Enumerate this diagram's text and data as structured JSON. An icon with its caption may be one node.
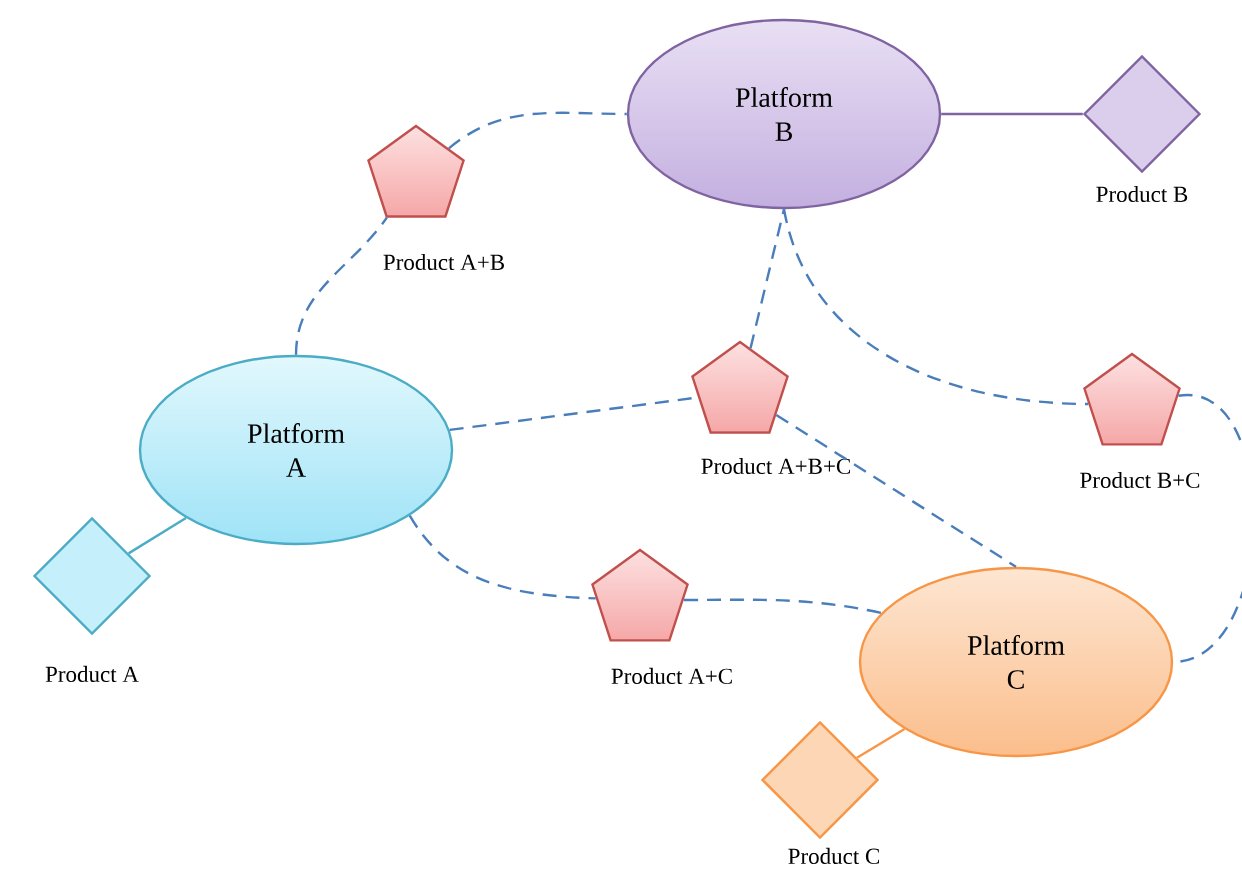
{
  "diagram": {
    "nodes": [
      {
        "text": [
          "Platform B"
        ]
      },
      {
        "text": [],
        "shape": "diamond",
        "beside": [
          "Product B"
        ]
      },
      {
        "text": [],
        "shape": "pentagon",
        "beside": [
          "Product A+B"
        ]
      },
      {
        "text": [
          "Platform A"
        ]
      },
      {
        "text": [],
        "shape": "diamond",
        "beside": [
          "Product A"
        ]
      },
      {
        "text": [],
        "shape": "pentagon",
        "beside": [
          "Product A+B+C"
        ]
      },
      {
        "text": [],
        "shape": "pentagon",
        "beside": [
          "Product B+C"
        ]
      },
      {
        "text": [],
        "shape": "pentagon",
        "beside": [
          "Product A+C"
        ]
      },
      {
        "text": [
          "Platform C"
        ]
      },
      {
        "text": [],
        "shape": "diamond",
        "beside": [
          "Product C"
        ]
      }
    ],
    "edges": [
      {
        "from": 0,
        "to": 1,
        "arrow": "none",
        "color": "#8064a2"
      },
      {
        "from": 3,
        "to": 2,
        "arrow": "none",
        "style": "dashed"
      },
      {
        "from": 2,
        "to": 0,
        "arrow": "none",
        "style": "dashed"
      },
      {
        "from": 3,
        "to": 5,
        "arrow": "none",
        "style": "dashed"
      },
      {
        "from": 5,
        "to": 0,
        "arrow": "none",
        "style": "dashed"
      },
      {
        "from": 5,
        "to": 8,
        "arrow": "none",
        "style": "dashed"
      },
      {
        "from": 0,
        "to": 6,
        "arrow": "none",
        "style": "dashed"
      },
      {
        "from": 6,
        "to": 8,
        "arrow": "none",
        "style": "dashed"
      },
      {
        "from": 3,
        "to": 7,
        "arrow": "none",
        "style": "dashed"
      },
      {
        "from": 7,
        "to": 8,
        "arrow": "none",
        "style": "dashed"
      },
      {
        "from": 3,
        "to": 4,
        "arrow": "none",
        "color": "#4bacc6"
      },
      {
        "from": 8,
        "to": 9,
        "arrow": "none",
        "color": "#f79646"
      }
    ]
  }
}
